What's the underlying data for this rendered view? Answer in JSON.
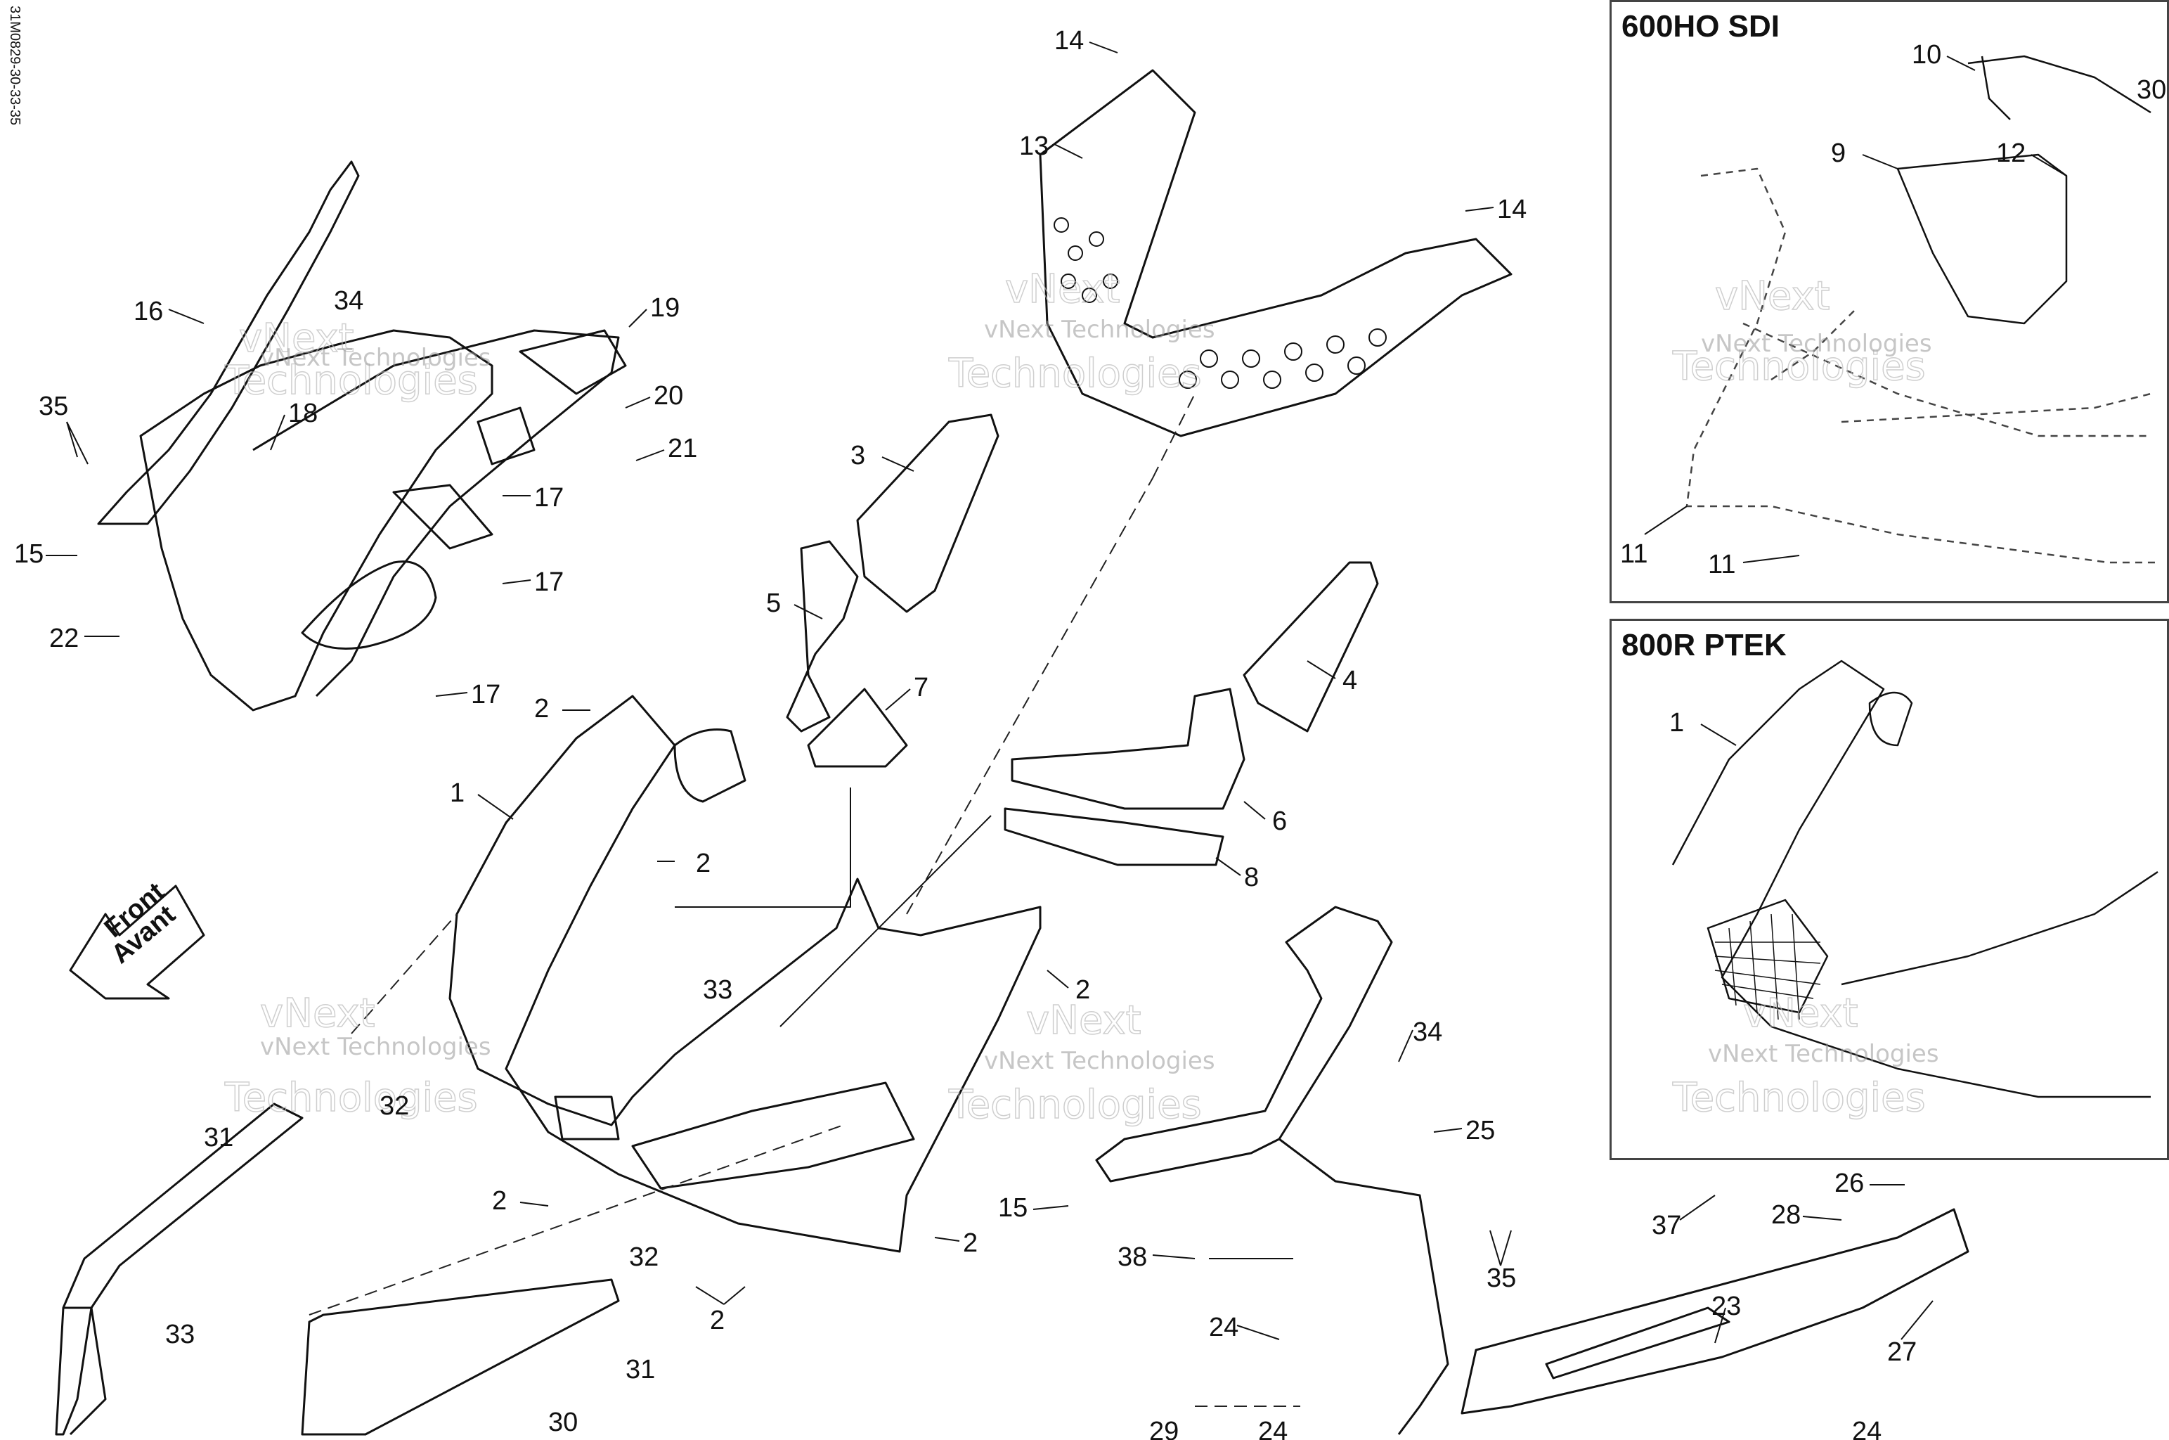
{
  "drawing_code": "31M0829-30-33-35",
  "front_arrow": {
    "line1": "Front",
    "line2": "Avant"
  },
  "insets": [
    {
      "title": "600HO SDI",
      "labels": [
        "10",
        "30",
        "9",
        "12",
        "11",
        "11"
      ]
    },
    {
      "title": "800R PTEK",
      "labels": [
        "1"
      ]
    }
  ],
  "callouts": [
    "1",
    "2",
    "2",
    "2",
    "2",
    "2",
    "2",
    "3",
    "4",
    "5",
    "6",
    "7",
    "8",
    "13",
    "14",
    "14",
    "15",
    "15",
    "16",
    "17",
    "17",
    "17",
    "18",
    "19",
    "20",
    "21",
    "22",
    "23",
    "24",
    "24",
    "24",
    "25",
    "26",
    "27",
    "28",
    "29",
    "30",
    "31",
    "31",
    "32",
    "32",
    "33",
    "33",
    "34",
    "34",
    "35",
    "35",
    "37",
    "38"
  ],
  "watermark": {
    "line1": "vNext",
    "line2": "Technologies",
    "brand": "vNext Technologies"
  }
}
